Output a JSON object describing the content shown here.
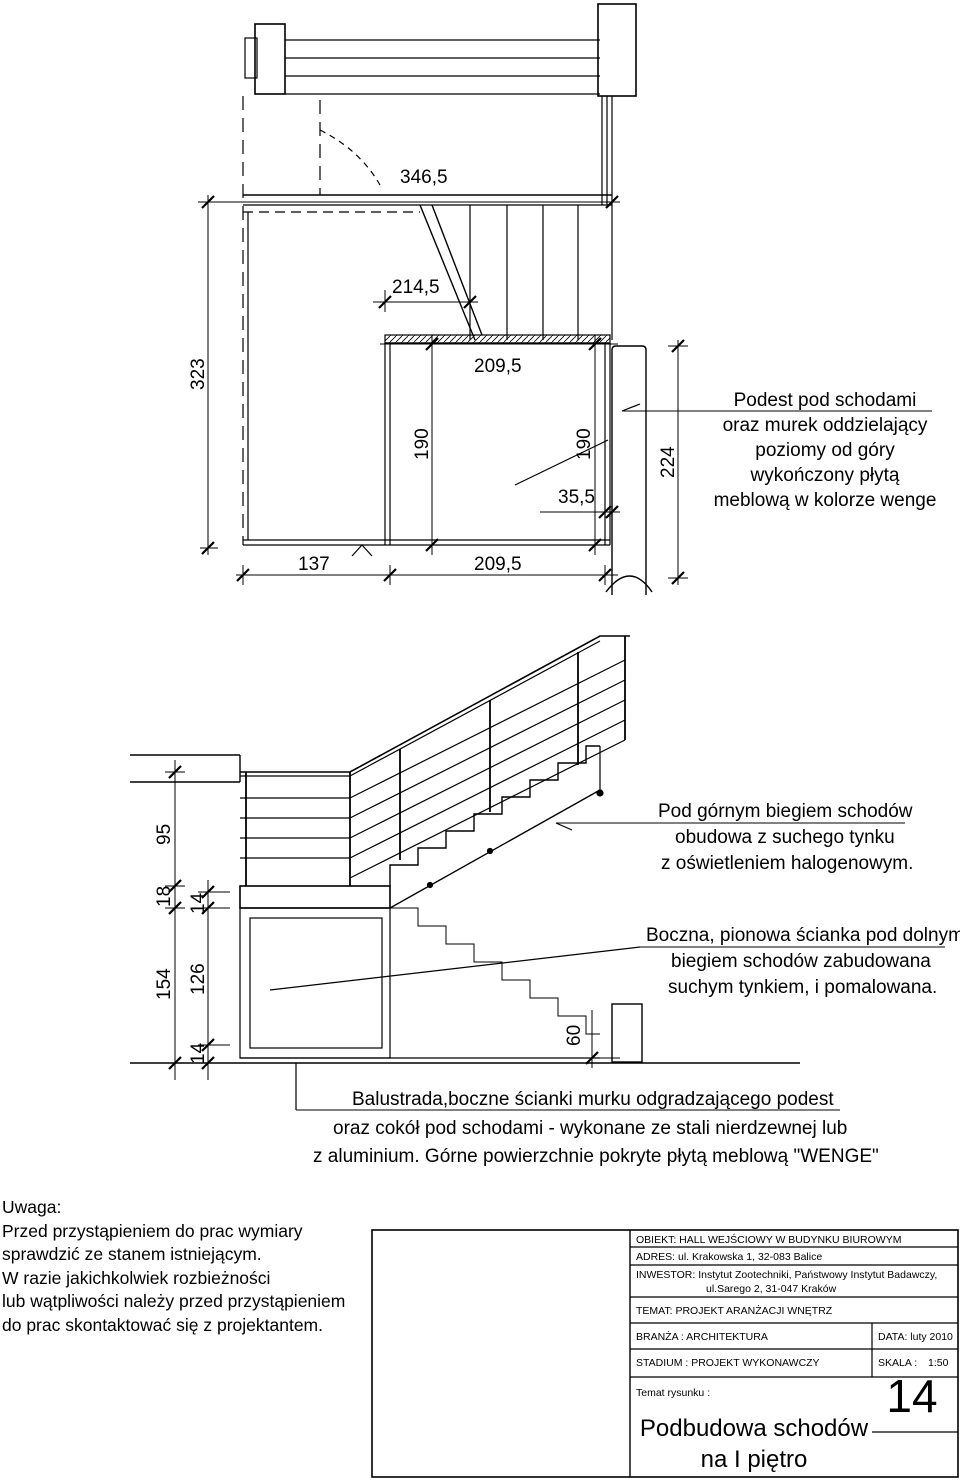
{
  "plan": {
    "dims": {
      "total_width": "346,5",
      "upper_flight": "214,5",
      "landing_width_top": "209,5",
      "landing_width_bottom": "209,5",
      "left_room": "137",
      "overall_depth": "323",
      "landing_depth_left": "190",
      "landing_depth_right": "190",
      "landing_depth_total": "224",
      "rail_offset": "35,5"
    },
    "note_lines": [
      "Podest pod schodami",
      "oraz murek oddzielający",
      "poziomy od góry",
      "wykończony płytą",
      "meblową w kolorze wenge"
    ]
  },
  "elevation": {
    "dims": {
      "rail_height": "95",
      "slab": "18",
      "landing_height": "154",
      "wall_height": "126",
      "top_board": "14",
      "plinth": "14",
      "plinth_width": "60"
    },
    "note_upper_lines": [
      "Pod górnym biegiem schodów",
      "obudowa z suchego tynku",
      "z oświetleniem halogenowym."
    ],
    "note_side_lines": [
      "Boczna, pionowa ścianka pod dolnym",
      "biegiem schodów zabudowana",
      "suchym tynkiem, i pomalowana."
    ],
    "note_bottom_lines": [
      "Balustrada,boczne ścianki murku odgradzającego podest",
      "oraz cokół pod schodami - wykonane ze stali nierdzewnej lub",
      "z aluminium. Górne powierzchnie pokryte płytą meblową \"WENGE\""
    ]
  },
  "remark": {
    "lines": [
      "Uwaga:",
      "Przed przystąpieniem do prac wymiary",
      "sprawdzić ze stanem istniejącym.",
      "W razie jakichkolwiek rozbieżności",
      "lub wątpliwości należy przed przystąpieniem",
      "do prac skontaktować się z projektantem."
    ]
  },
  "title_block": {
    "obiekt": "OBIEKT: HALL WEJŚCIOWY W BUDYNKU BIUROWYM",
    "adres": "ADRES: ul. Krakowska 1, 32-083 Balice",
    "inwestor_1": "INWESTOR: Instytut Zootechniki, Państwowy Instytut Badawczy,",
    "inwestor_2": "ul.Sarego 2, 31-047 Kraków",
    "temat": "TEMAT:  PROJEKT  ARANŻACJI WNĘTRZ",
    "branza": "BRANŻA : ARCHITEKTURA",
    "data": "DATA:  luty 2010",
    "stadium": "STADIUM : PROJEKT  WYKONAWCZY",
    "skala_label": "SKALA :",
    "skala_value": "1:50",
    "temat_rysunku_label": "Temat rysunku :",
    "drawing_title_1": "Podbudowa schodów",
    "drawing_title_2": "na I piętro",
    "sheet_number": "14"
  }
}
